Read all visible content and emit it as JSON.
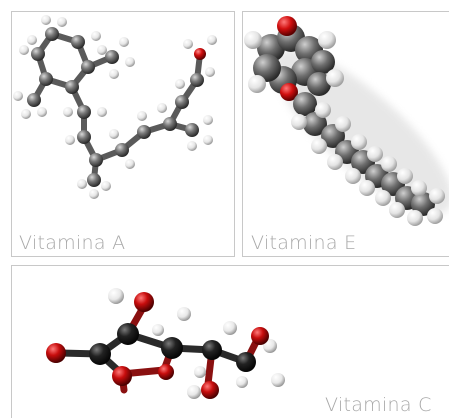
{
  "tiles": [
    {
      "id": "vitamin-a",
      "label": "Vitamina A"
    },
    {
      "id": "vitamin-e",
      "label": "Vitamina E"
    },
    {
      "id": "vitamin-c",
      "label": "Vitamina C"
    }
  ],
  "colors": {
    "border": "#c8c8c8",
    "caption": "#a8a8a8",
    "carbon": "#6a6a6a",
    "hydrogen": "#f2f2f2",
    "oxygen": "#d10f0f",
    "dark_carbon": "#1c1c1c"
  }
}
